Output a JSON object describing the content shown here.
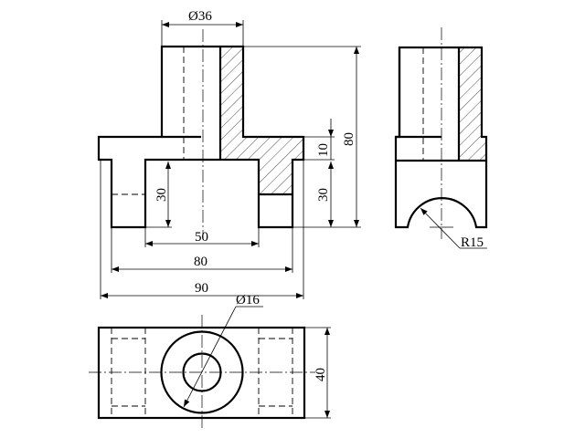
{
  "drawing": {
    "title": "Three-view technical drawing with section",
    "line_color": "#000000",
    "background": "#ffffff"
  },
  "front_view": {
    "dims": {
      "tube_diameter": "Ø36",
      "flange_height": "10",
      "lower_height_right": "30",
      "lower_height_left": "30",
      "total_height": "80",
      "opening_width": "50",
      "body_width": "80",
      "flange_width": "90"
    }
  },
  "side_view": {
    "dims": {
      "arch_radius": "R15"
    }
  },
  "top_view": {
    "dims": {
      "bore_diameter": "Ø16",
      "depth": "40"
    }
  }
}
